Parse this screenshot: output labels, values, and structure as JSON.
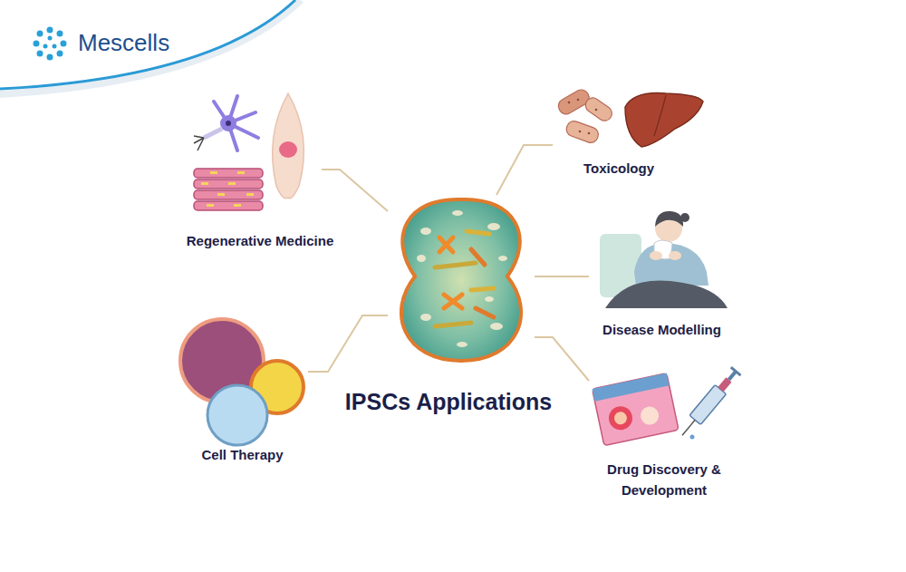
{
  "diagram": {
    "nodes": [
      {
        "text": [
          "Regenerative Medicine"
        ]
      },
      {
        "text": [
          "Toxicology"
        ]
      },
      {
        "text": [
          "IPSCs Applications"
        ]
      },
      {
        "text": [
          "Disease Modelling"
        ]
      },
      {
        "text": [
          "Cell Therapy"
        ]
      },
      {
        "text": [
          "Drug Discovery & Development"
        ]
      }
    ],
    "edges": [
      {
        "from": 2,
        "to": 0,
        "arrow": "none"
      },
      {
        "from": 2,
        "to": 1,
        "arrow": "none"
      },
      {
        "from": 2,
        "to": 3,
        "arrow": "none"
      },
      {
        "from": 2,
        "to": 4,
        "arrow": "none"
      },
      {
        "from": 2,
        "to": 5,
        "arrow": "none"
      }
    ],
    "labels": [
      "Mescells"
    ]
  }
}
